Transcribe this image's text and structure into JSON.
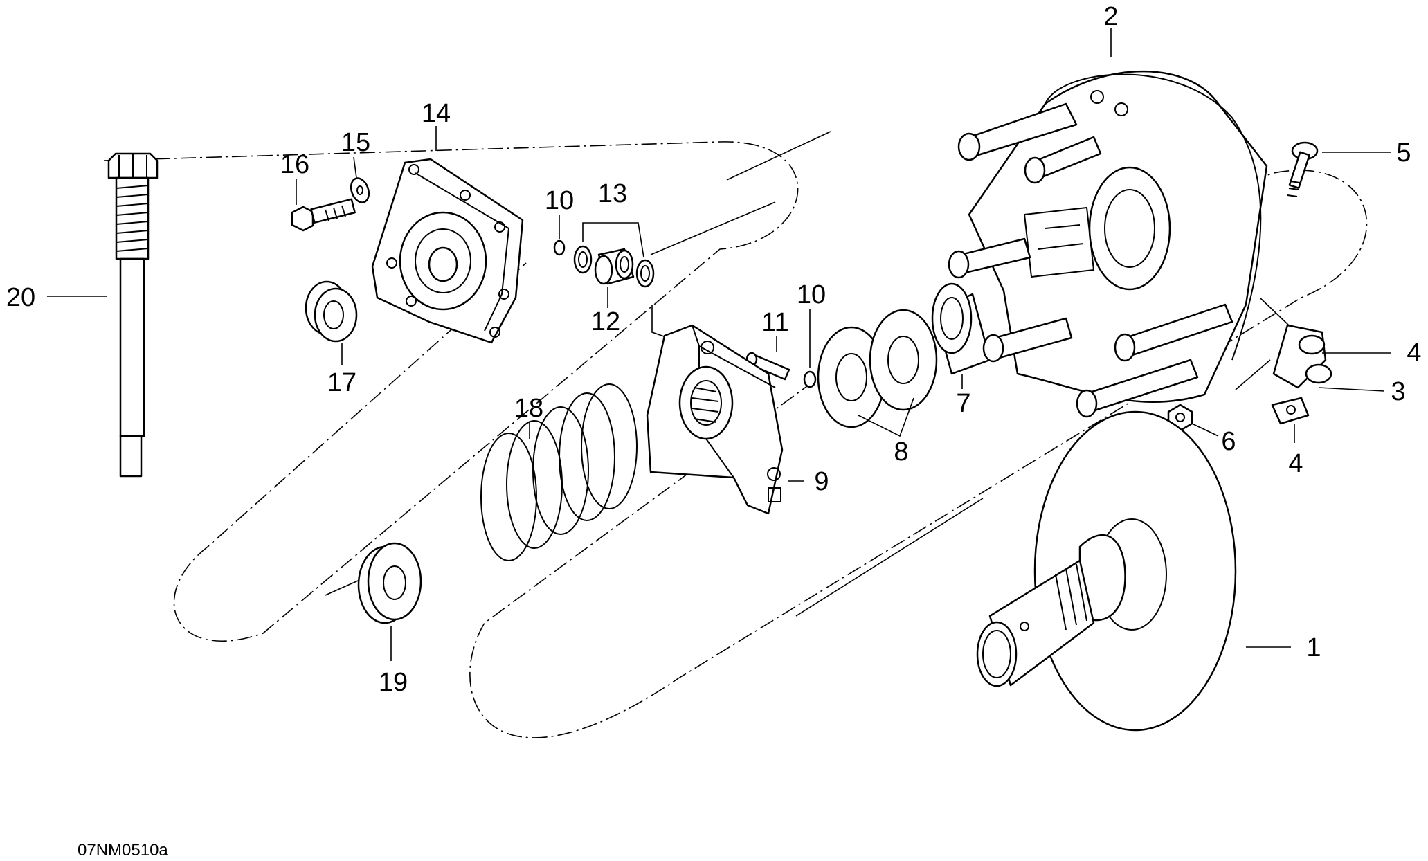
{
  "figure_code": "07NM0510a",
  "callouts": [
    {
      "id": "c1",
      "text": "1"
    },
    {
      "id": "c2",
      "text": "2"
    },
    {
      "id": "c3",
      "text": "3"
    },
    {
      "id": "c4a",
      "text": "4"
    },
    {
      "id": "c4b",
      "text": "4"
    },
    {
      "id": "c5",
      "text": "5"
    },
    {
      "id": "c6",
      "text": "6"
    },
    {
      "id": "c7",
      "text": "7"
    },
    {
      "id": "c8",
      "text": "8"
    },
    {
      "id": "c9",
      "text": "9"
    },
    {
      "id": "c10a",
      "text": "10"
    },
    {
      "id": "c10b",
      "text": "10"
    },
    {
      "id": "c11",
      "text": "11"
    },
    {
      "id": "c12",
      "text": "12"
    },
    {
      "id": "c13",
      "text": "13"
    },
    {
      "id": "c14",
      "text": "14"
    },
    {
      "id": "c15",
      "text": "15"
    },
    {
      "id": "c16",
      "text": "16"
    },
    {
      "id": "c17",
      "text": "17"
    },
    {
      "id": "c18",
      "text": "18"
    },
    {
      "id": "c19",
      "text": "19"
    },
    {
      "id": "c20",
      "text": "20"
    }
  ]
}
